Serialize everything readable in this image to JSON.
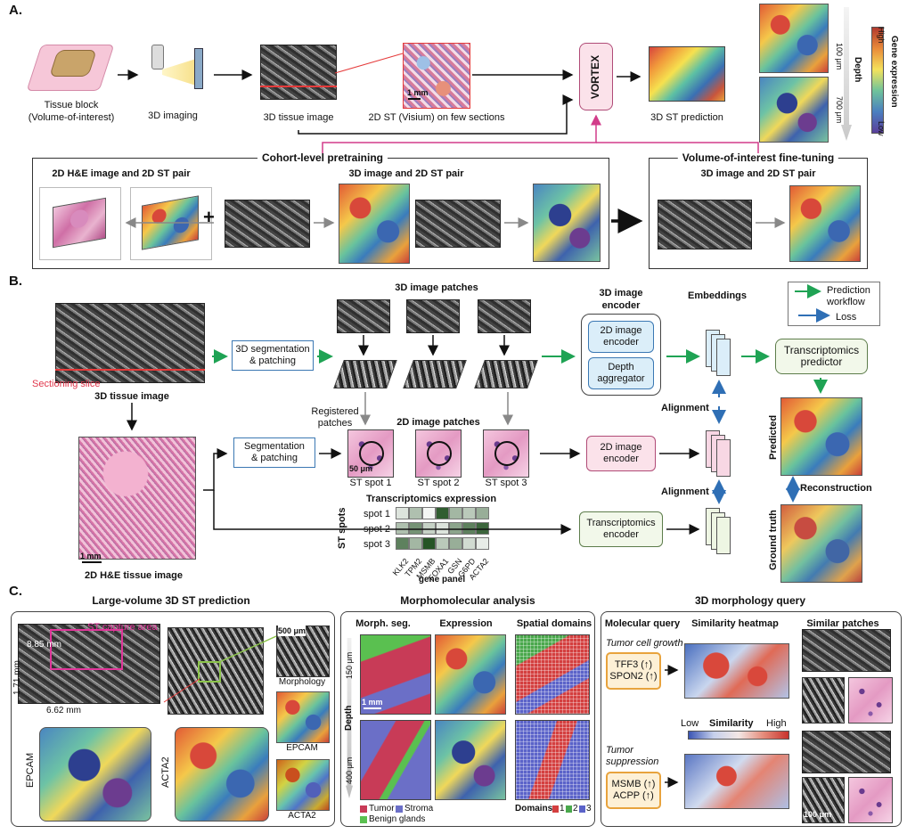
{
  "panelA": {
    "letter": "A.",
    "tissue_block": "Tissue block",
    "volume_of_interest": "(Volume-of-interest)",
    "imaging_3d": "3D imaging",
    "tissue_image_3d": "3D tissue image",
    "st_2d": "2D ST (Visium) on few sections",
    "scale_1mm": "1 mm",
    "vortex": "VORTEX",
    "st_prediction_3d": "3D ST prediction",
    "depth_100": "100 μm",
    "depth_700": "700 μm",
    "depth": "Depth",
    "gene_expression": "Gene expression",
    "high": "High",
    "low": "Low",
    "cohort_pretraining": "Cohort-level pretraining",
    "he_st_pair": "2D H&E image and 2D ST pair",
    "image3d_st_pair": "3D image and 2D ST pair",
    "plus": "+",
    "voi_finetuning": "Volume-of-interest fine-tuning",
    "voi_pair": "3D image and 2D ST pair"
  },
  "panelB": {
    "letter": "B.",
    "tissue_image_3d": "3D tissue image",
    "sectioning_slice": "Sectioning slice",
    "seg_patching_3d": "3D segmentation\n& patching",
    "patches_3d": "3D image patches",
    "registered": "Registered\npatches",
    "patches_2d": "2D image patches",
    "seg_patching": "Segmentation\n& patching",
    "scale_50um": "50 μm",
    "st_spot_1": "ST spot 1",
    "st_spot_2": "ST spot 2",
    "st_spot_3": "ST spot 3",
    "he_image": "2D H&E tissue image",
    "scale_1mm": "1 mm",
    "transcriptomics_expression": "Transcriptomics expression",
    "st_spots_axis": "ST spots",
    "spot_rows": [
      "spot 1",
      "spot 2",
      "spot 3"
    ],
    "genes": [
      "KLK2",
      "TPM2",
      "MSMB",
      "FOXA1",
      "GSN",
      "G6PD",
      "ACTA2"
    ],
    "gene_panel": "gene panel",
    "heatmap_levels": [
      [
        0.15,
        0.35,
        0.05,
        0.9,
        0.4,
        0.3,
        0.45
      ],
      [
        0.35,
        0.6,
        0.25,
        0.15,
        0.5,
        0.7,
        0.85
      ],
      [
        0.7,
        0.4,
        0.95,
        0.3,
        0.45,
        0.2,
        0.1
      ]
    ],
    "encoder_3d_title": "3D image\nencoder",
    "encoder_2d_inner": "2D image\nencoder",
    "depth_aggregator": "Depth\naggregator",
    "image_encoder_2d": "2D image\nencoder",
    "transcriptomics_encoder": "Transcriptomics\nencoder",
    "embeddings": "Embeddings",
    "alignment": "Alignment",
    "prediction_workflow": "Prediction\nworkflow",
    "loss": "Loss",
    "transcriptomics_predictor": "Transcriptomics\npredictor",
    "predicted": "Predicted",
    "ground_truth": "Ground truth",
    "reconstruction": "Reconstruction",
    "colors": {
      "prediction": "#1fa354",
      "loss": "#2f6fb5"
    }
  },
  "panelC": {
    "letter": "C.",
    "large_volume_title": "Large-volume 3D ST prediction",
    "st_capture_area": "ST capture area",
    "dim_885": "8.85 mm",
    "dim_171": "1.71 mm",
    "dim_662": "6.62 mm",
    "scale_500um": "500 μm",
    "morphology": "Morphology",
    "epcam": "EPCAM",
    "acta2": "ACTA2",
    "morpho_title": "Morphomolecular analysis",
    "morph_seg": "Morph. seg.",
    "expression": "Expression",
    "spatial_domains": "Spatial domains",
    "depth_150": "150 μm",
    "depth_400": "400 μm",
    "depth": "Depth",
    "scale_1mm": "1 mm",
    "legend_tumor": "Tumor",
    "legend_stroma": "Stroma",
    "legend_benign": "Benign glands",
    "domains_label": "Domains",
    "domain_values": [
      "1",
      "2",
      "3"
    ],
    "query_title": "3D morphology query",
    "molecular_query": "Molecular query",
    "similarity_heatmap": "Similarity heatmap",
    "similar_patches": "Similar patches",
    "tumor_growth": "Tumor cell growth",
    "q1_gene1": "TFF3 (↑)",
    "q1_gene2": "SPON2 (↑)",
    "sim_low": "Low",
    "sim_label": "Similarity",
    "sim_high": "High",
    "tumor_suppression": "Tumor\nsuppression",
    "q2_gene1": "MSMB (↑)",
    "q2_gene2": "ACPP (↑)",
    "scale_100um": "100 μm",
    "colors": {
      "tumor": "#c83b57",
      "stroma": "#6b6fc7",
      "benign": "#5ac050",
      "capture": "#e0369a"
    }
  }
}
